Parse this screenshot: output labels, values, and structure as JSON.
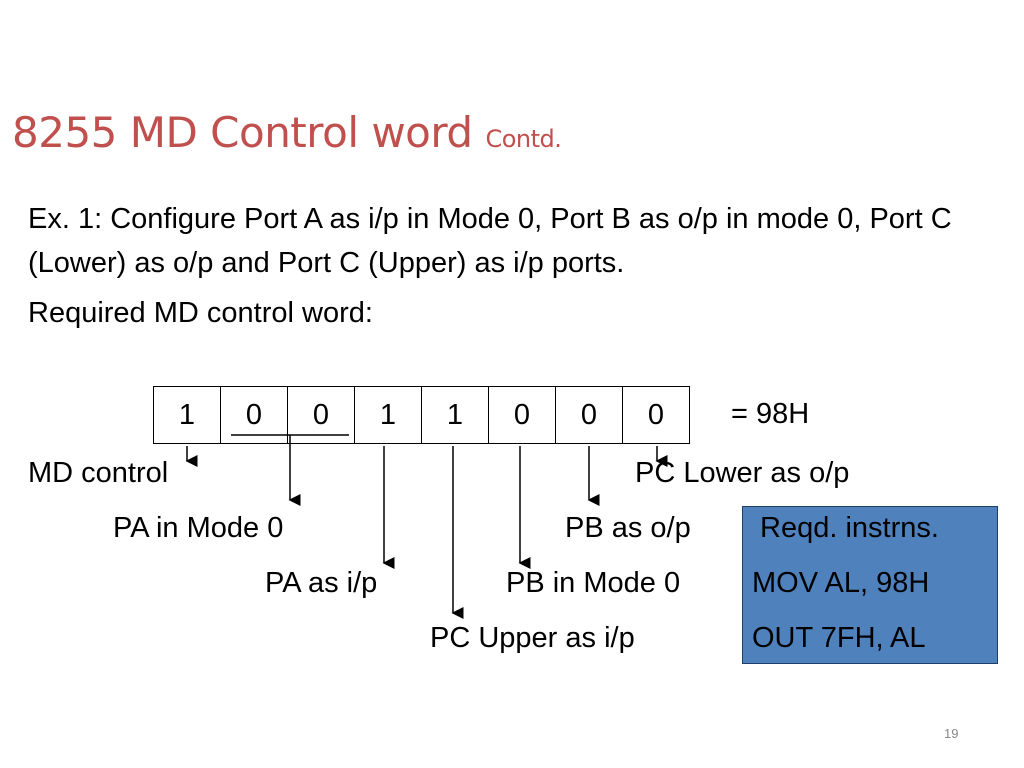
{
  "title": {
    "main": "8255 MD Control word",
    "suffix": "Contd."
  },
  "body": {
    "example": "Ex. 1: Configure Port A as i/p in Mode 0, Port B as o/p in mode 0, Port C (Lower) as o/p and Port C (Upper) as i/p ports.",
    "required": "Required MD control word:"
  },
  "control_word": {
    "bits": [
      "1",
      "0",
      "0",
      "1",
      "1",
      "0",
      "0",
      "0"
    ],
    "equals": "=  98H"
  },
  "labels": {
    "md_control": "MD control",
    "pa_mode": "PA in Mode 0",
    "pa_io": "PA as i/p",
    "pc_upper": "PC Upper as i/p",
    "pb_mode": "PB in Mode 0",
    "pb_io": "PB as o/p",
    "pc_lower": "PC Lower as o/p"
  },
  "instructions": {
    "header": "Reqd. instrns.",
    "line1": "MOV AL, 98H",
    "line2": "OUT 7FH, AL",
    "box_color": "#4f81bd"
  },
  "page_number": "19",
  "colors": {
    "title": "#c0504d"
  }
}
